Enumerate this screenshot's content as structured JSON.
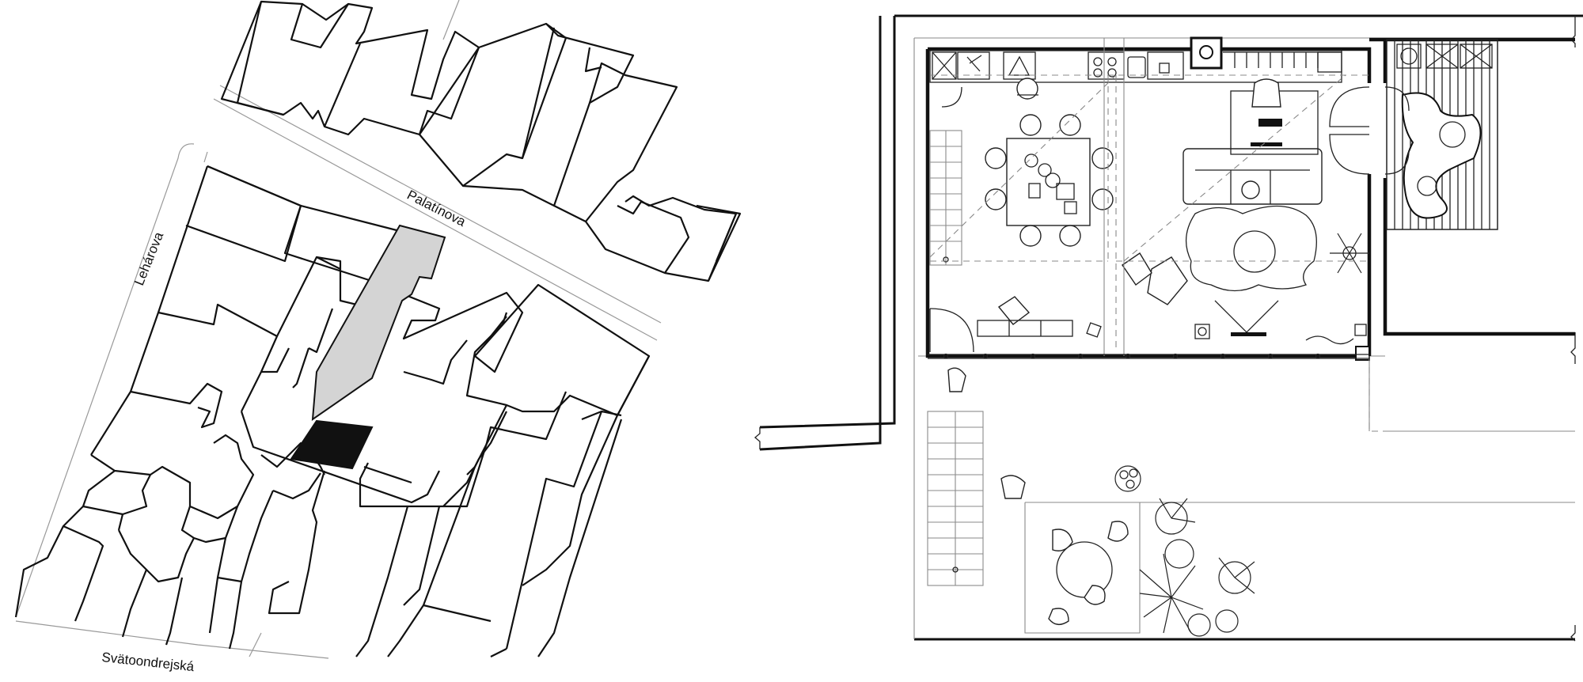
{
  "site_plan": {
    "streets": {
      "north": "Palatínova",
      "west": "Lehárova",
      "south": "Svätoondrejská"
    }
  },
  "colors": {
    "line": "#111111",
    "neighbor_plot": "#d4d4d4",
    "project_plot": "#111111",
    "background": "#ffffff"
  }
}
